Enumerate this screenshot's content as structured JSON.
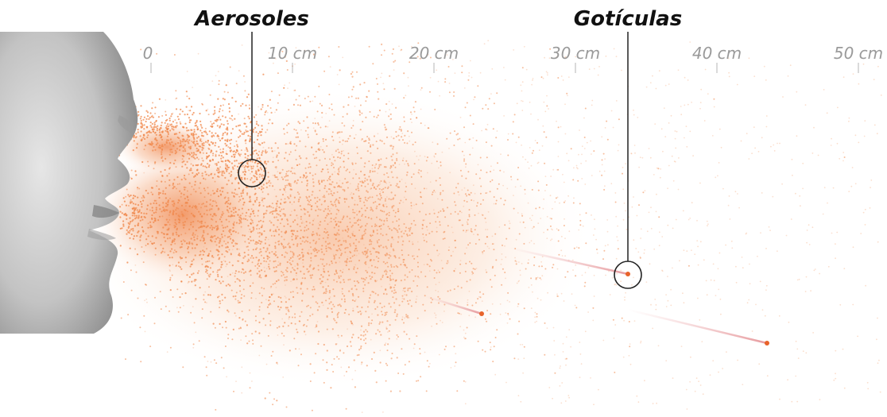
{
  "labels": {
    "aerosols": "Aerosoles",
    "droplets": "Gotículas"
  },
  "scale": {
    "ticks": [
      {
        "value": 0,
        "label": "0"
      },
      {
        "value": 10,
        "label": "10 cm"
      },
      {
        "value": 20,
        "label": "20 cm"
      },
      {
        "value": 30,
        "label": "30 cm"
      },
      {
        "value": 40,
        "label": "40 cm"
      },
      {
        "value": 50,
        "label": "50 cm"
      }
    ]
  },
  "colors": {
    "particle": "#f0884c",
    "particle_light": "#f6b58e",
    "droplet": "#e8632a",
    "trail": "#e9a3a6",
    "face": "#c9c9c9",
    "face_shadow": "#8e8e8e",
    "callout": "#222222",
    "tick": "#b5b5b5"
  }
}
